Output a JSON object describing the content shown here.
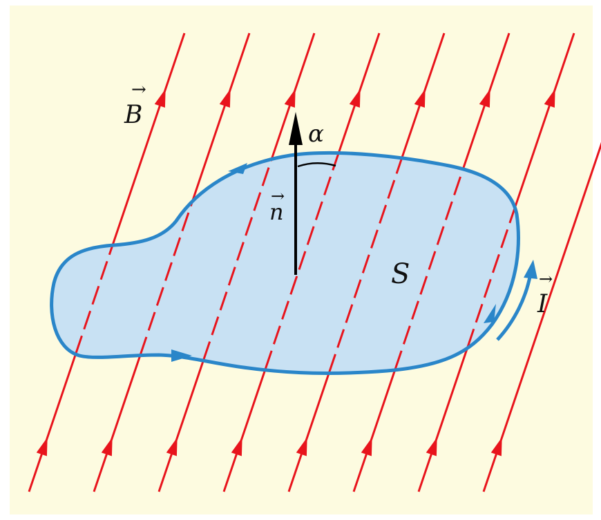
{
  "diagram": {
    "labels": {
      "field": "B",
      "normal": "n",
      "angle": "α",
      "area": "S",
      "current": "I"
    },
    "vector_marker": "→",
    "colors": {
      "background": "#fdfbe0",
      "field_lines": "#e8141c",
      "loop_stroke": "#2a86c9",
      "loop_fill": "#c8e1f3",
      "normal_vector": "#000000"
    },
    "field_line_count": 8
  }
}
